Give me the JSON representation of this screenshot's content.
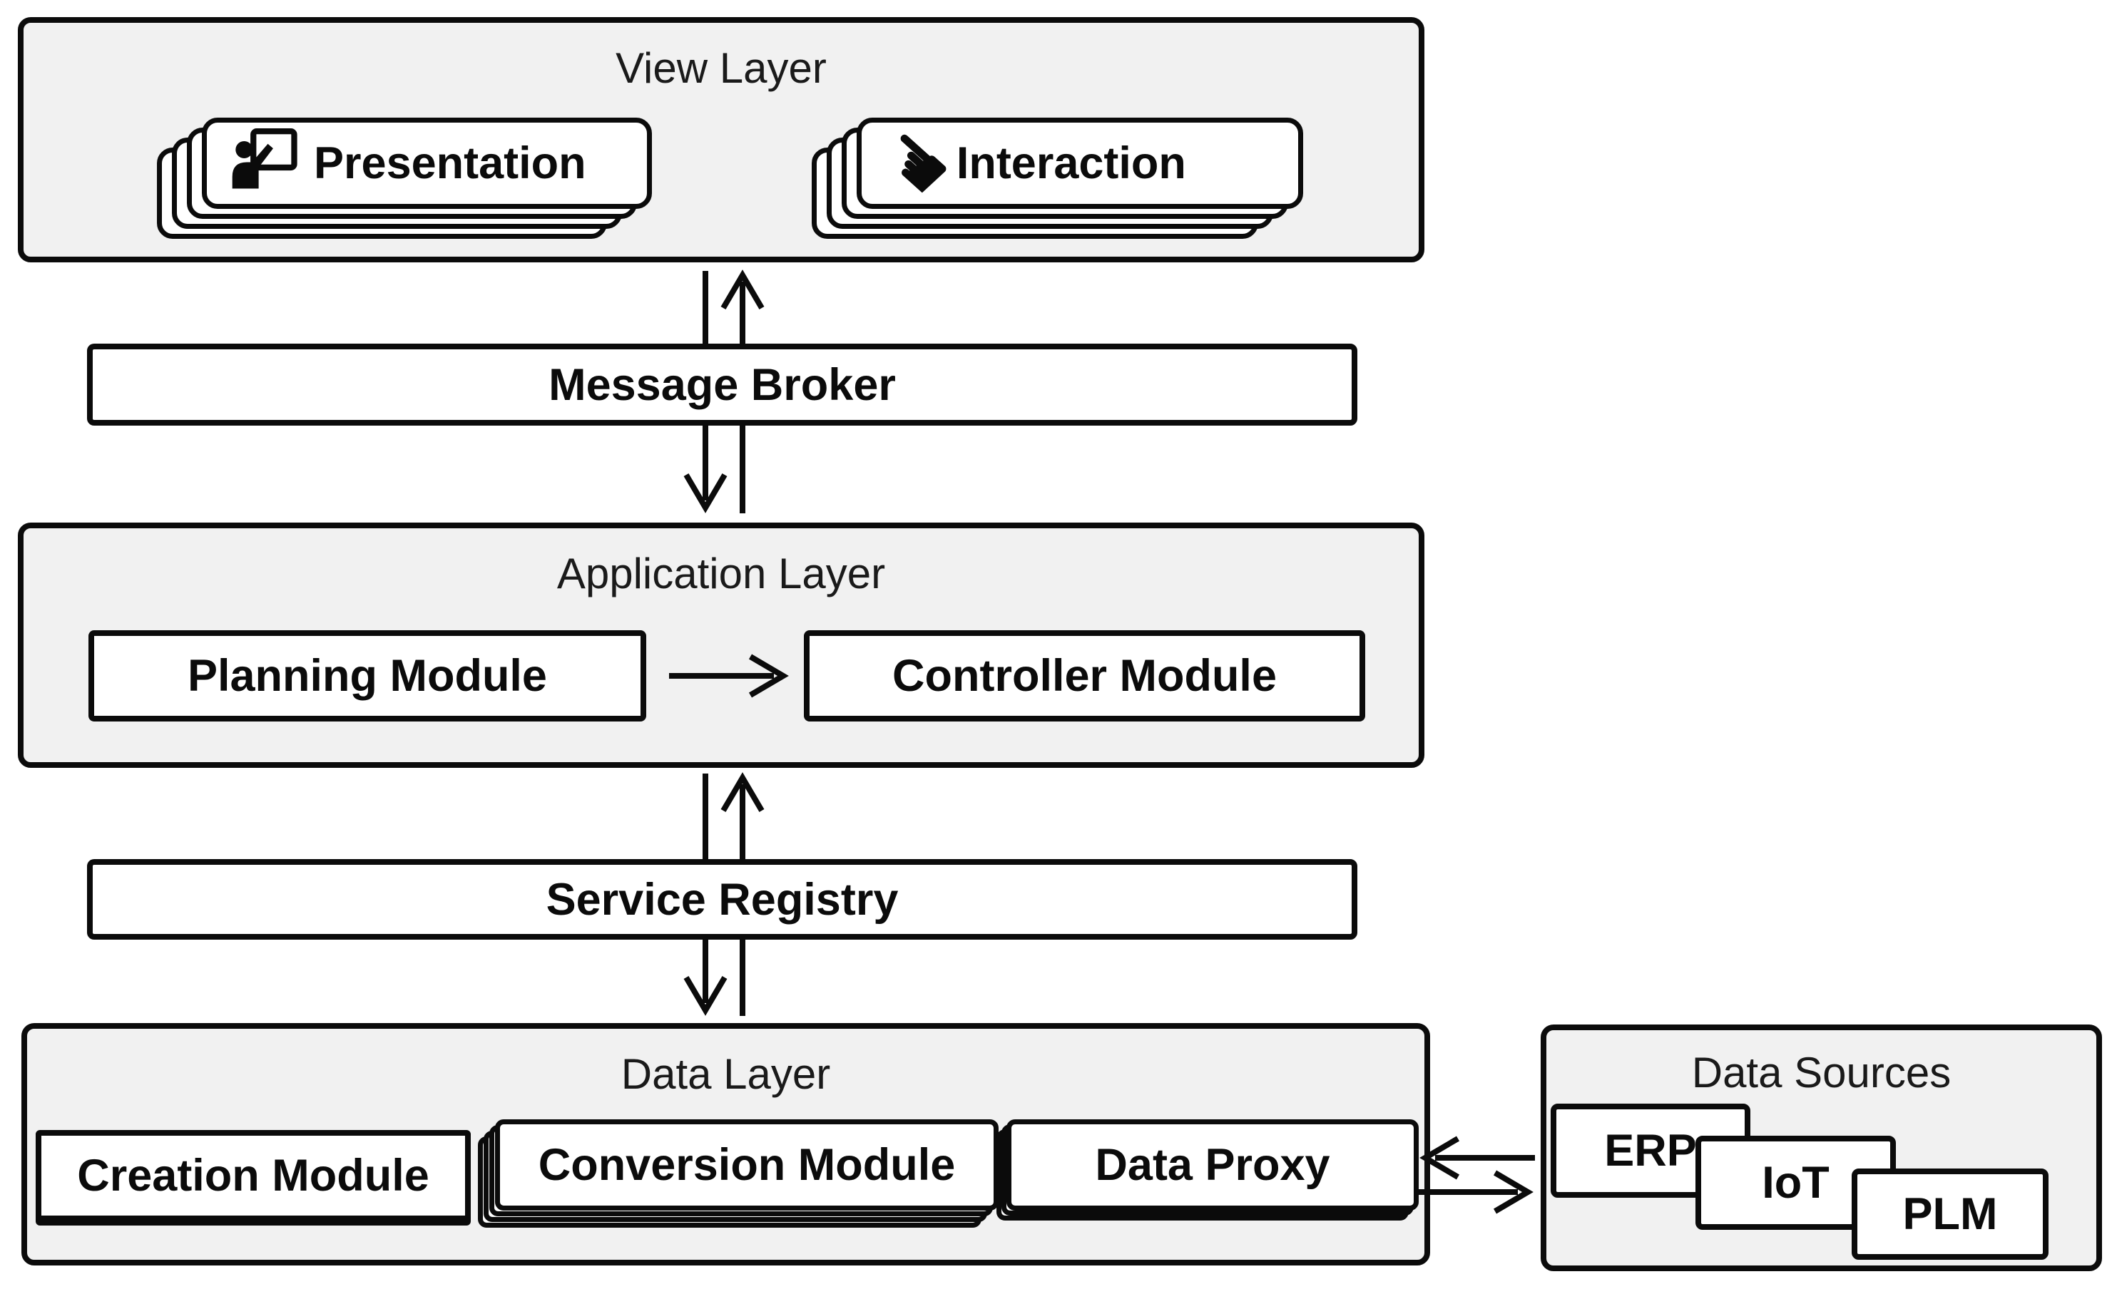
{
  "colors": {
    "layer_fill": "#f1f1f1",
    "card_fill": "#ffffff",
    "line": "#0b0b0b"
  },
  "view_layer": {
    "title": "View Layer",
    "presentation": {
      "label": "Presentation",
      "icon": "presenter-icon"
    },
    "interaction": {
      "label": "Interaction",
      "icon": "pointing-hand-icon",
      "icon_glyph": "☚"
    }
  },
  "message_broker": {
    "label": "Message Broker"
  },
  "application_layer": {
    "title": "Application Layer",
    "planning": {
      "label": "Planning Module"
    },
    "controller": {
      "label": "Controller Module"
    }
  },
  "service_registry": {
    "label": "Service Registry"
  },
  "data_layer": {
    "title": "Data Layer",
    "creation": {
      "label": "Creation Module"
    },
    "conversion": {
      "label": "Conversion Module"
    },
    "data_proxy": {
      "label": "Data Proxy"
    }
  },
  "data_sources": {
    "title": "Data Sources",
    "erp": {
      "label": "ERP"
    },
    "iot": {
      "label": "IoT"
    },
    "plm": {
      "label": "PLM"
    }
  }
}
